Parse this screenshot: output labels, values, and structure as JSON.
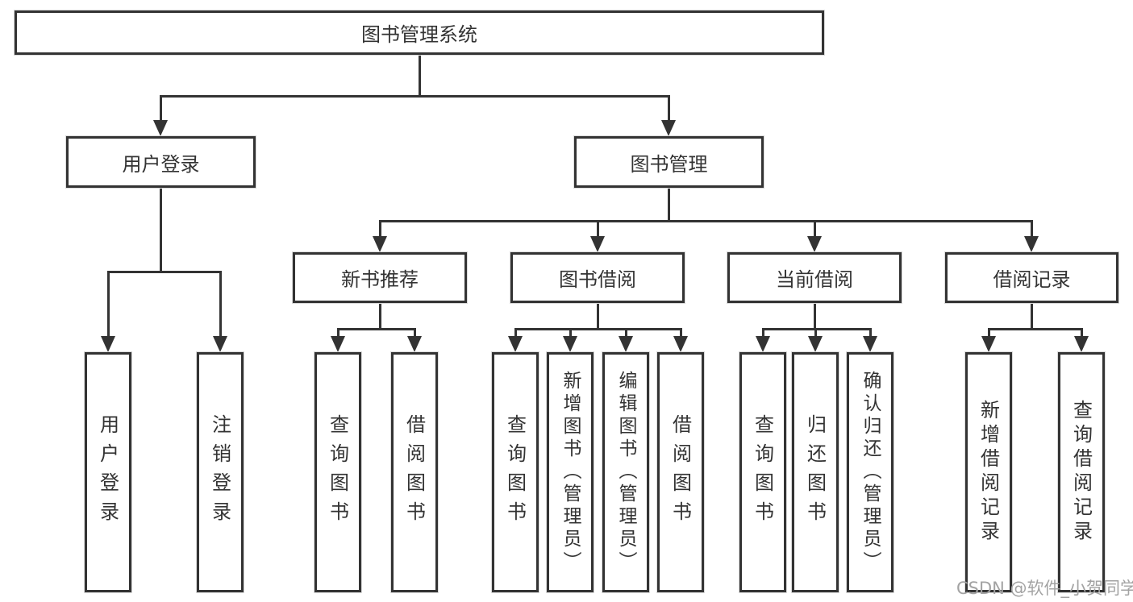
{
  "colors": {
    "line": "#333333",
    "text": "#333333",
    "background": "#ffffff",
    "watermark": "#a3a3a3"
  },
  "tree": {
    "root": {
      "label": "图书管理系统",
      "children": [
        {
          "label": "用户登录",
          "children": [
            {
              "label": "用户登录"
            },
            {
              "label": "注销登录"
            }
          ]
        },
        {
          "label": "图书管理",
          "children": [
            {
              "label": "新书推荐",
              "children": [
                {
                  "label": "查询图书"
                },
                {
                  "label": "借阅图书"
                }
              ]
            },
            {
              "label": "图书借阅",
              "children": [
                {
                  "label": "查询图书"
                },
                {
                  "label": "新增图书（管理员）"
                },
                {
                  "label": "编辑图书（管理员）"
                },
                {
                  "label": "借阅图书"
                }
              ]
            },
            {
              "label": "当前借阅",
              "children": [
                {
                  "label": "查询图书"
                },
                {
                  "label": "归还图书"
                },
                {
                  "label": "确认归还（管理员）"
                }
              ]
            },
            {
              "label": "借阅记录",
              "children": [
                {
                  "label": "新增借阅记录"
                },
                {
                  "label": "查询借阅记录"
                }
              ]
            }
          ]
        }
      ]
    }
  },
  "watermark": {
    "text": "CSDN @软件_小贺同学"
  }
}
